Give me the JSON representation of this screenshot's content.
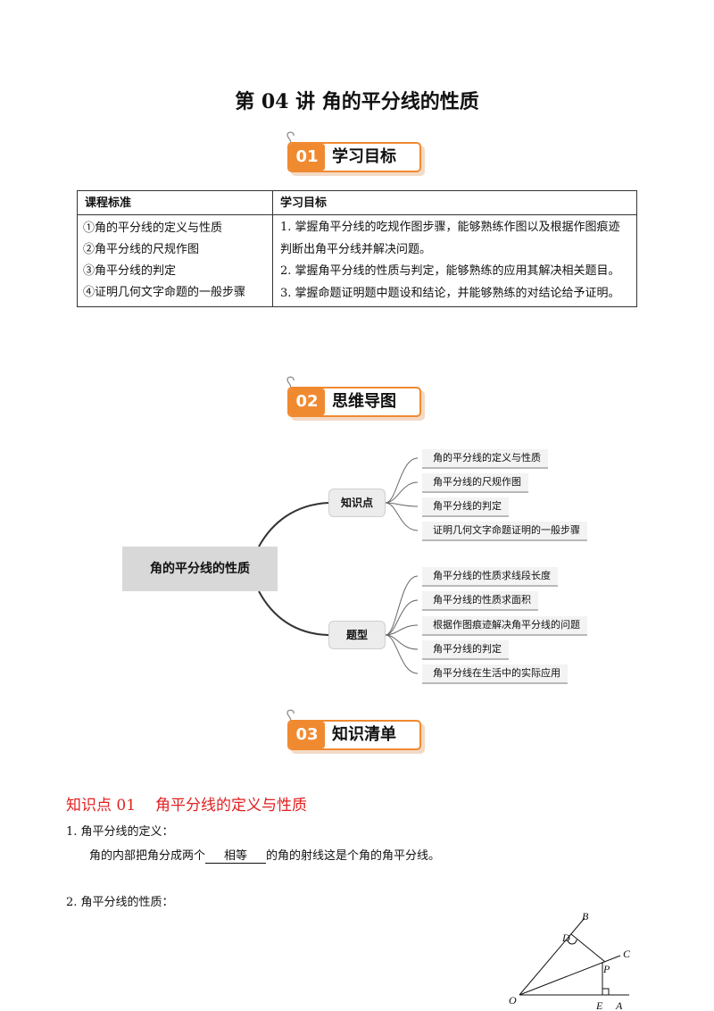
{
  "title": "第 04 讲  角的平分线的性质",
  "sections": [
    {
      "num": "01",
      "label": "学习目标"
    },
    {
      "num": "02",
      "label": "思维导图"
    },
    {
      "num": "03",
      "label": "知识清单"
    }
  ],
  "table": {
    "headers": [
      "课程标准",
      "学习目标"
    ],
    "standards": [
      "①角的平分线的定义与性质",
      "②角平分线的尺规作图",
      "③角平分线的判定",
      "④证明几何文字命题的一般步骤"
    ],
    "goals": [
      "1. 掌握角平分线的吃规作图步骤，能够熟练作图以及根据作图痕迹判断出角平分线并解决问题。",
      "2. 掌握角平分线的性质与判定，能够熟练的应用其解决相关题目。",
      "3. 掌握命题证明题中题设和结论，并能够熟练的对结论给予证明。"
    ]
  },
  "mindmap": {
    "root": "角的平分线的性质",
    "branches": [
      {
        "label": "知识点",
        "leaves": [
          "角的平分线的定义与性质",
          "角平分线的尺规作图",
          "角平分线的判定",
          "证明几何文字命题证明的一般步骤"
        ]
      },
      {
        "label": "题型",
        "leaves": [
          "角平分线的性质求线段长度",
          "角平分线的性质求面积",
          "根据作图痕迹解决角平分线的问题",
          "角平分线的判定",
          "角平分线在生活中的实际应用"
        ]
      }
    ]
  },
  "knowledge": {
    "heading_num": "知识点 01",
    "heading_text": "角平分线的定义与性质",
    "item1_label": "1. 角平分线的定义：",
    "def_before": "角的内部把角分成两个",
    "def_blank": "相等",
    "def_after": "的角的射线这是个角的角平分线。",
    "item2_label": "2.  角平分线的性质："
  },
  "figure": {
    "labels": [
      "B",
      "D",
      "C",
      "P",
      "O",
      "E",
      "A"
    ]
  }
}
